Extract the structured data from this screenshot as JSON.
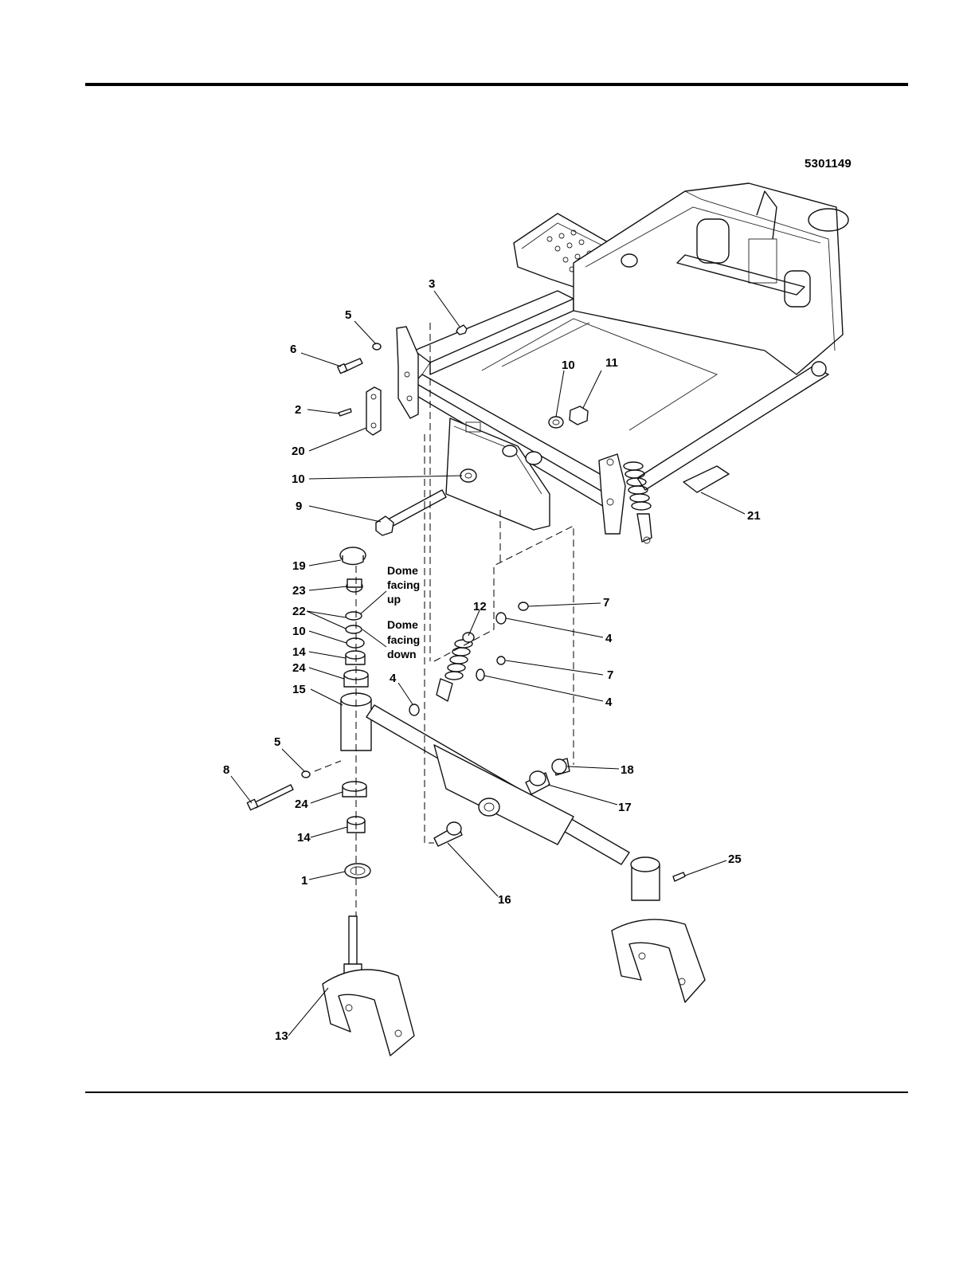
{
  "drawing_number": "5301149",
  "callouts": {
    "c1": "1",
    "c2": "2",
    "c3": "3",
    "c4a": "4",
    "c4b": "4",
    "c4c": "4",
    "c5a": "5",
    "c5b": "5",
    "c6": "6",
    "c7a": "7",
    "c7b": "7",
    "c8": "8",
    "c9": "9",
    "c10a": "10",
    "c10b": "10",
    "c10c": "10",
    "c11": "11",
    "c12": "12",
    "c13": "13",
    "c14a": "14",
    "c14b": "14",
    "c15": "15",
    "c16": "16",
    "c17": "17",
    "c18": "18",
    "c19": "19",
    "c20": "20",
    "c21": "21",
    "c22": "22",
    "c23": "23",
    "c24a": "24",
    "c24b": "24",
    "c25": "25"
  },
  "notes": {
    "dome_up": [
      "Dome",
      "facing",
      "up"
    ],
    "dome_down": [
      "Dome",
      "facing",
      "down"
    ]
  }
}
